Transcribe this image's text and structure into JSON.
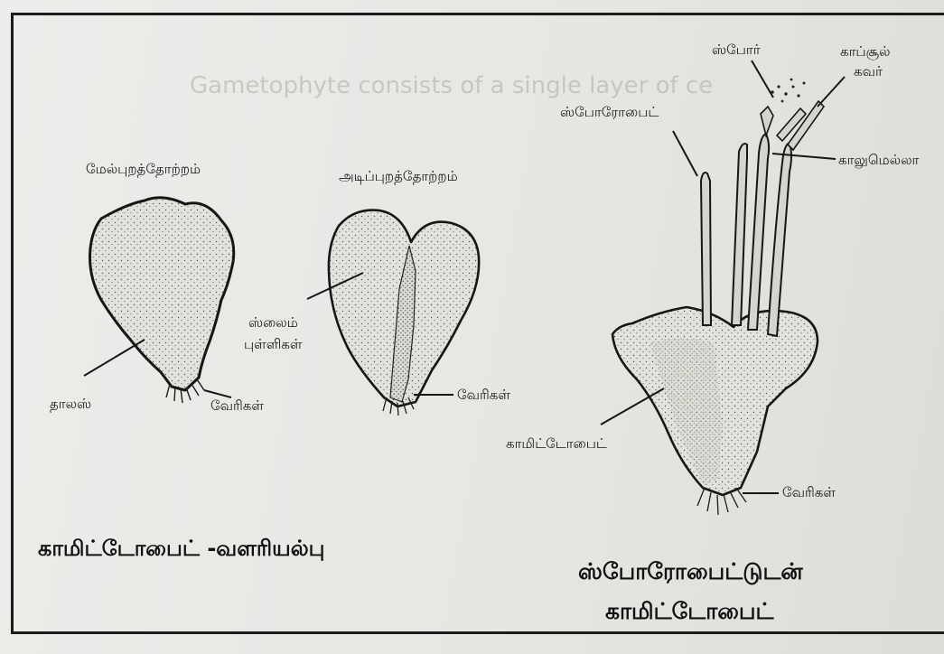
{
  "figure": {
    "background_bleed_text": "Gametophyte consists of a single layer of ce",
    "left_panel": {
      "dorsal_view_label": "மேல்புறத்தோற்றம்",
      "ventral_view_label": "அடிப்புறத்தோற்றம்",
      "thallus_label": "தாலஸ்",
      "rhizoids_label_1": "வேரிகள்",
      "slime_scales_label_line1": "ஸ்லைம்",
      "slime_scales_label_line2": "புள்ளிகள்",
      "rhizoids_label_2": "வேரிகள்",
      "caption": "காமிட்டோபைட் -வளரியல்பு"
    },
    "right_panel": {
      "spore_label": "ஸ்போர்",
      "capsule_lid_line1": "காப்சூல்",
      "capsule_lid_line2": "கவர்",
      "sporophyte_label": "ஸ்போரோபைட்",
      "seta_label": "காலுமெல்லா",
      "gametophyte_label": "காமிட்டோபைட்",
      "rhizoids_label": "வேரிகள்",
      "caption_line1": "ஸ்போரோபைட்டுடன்",
      "caption_line2": "காமிட்டோபைட்"
    },
    "colors": {
      "ink": "#1a1a1a",
      "paper": "#e8e9e5",
      "border": "#1c1c1c"
    }
  }
}
